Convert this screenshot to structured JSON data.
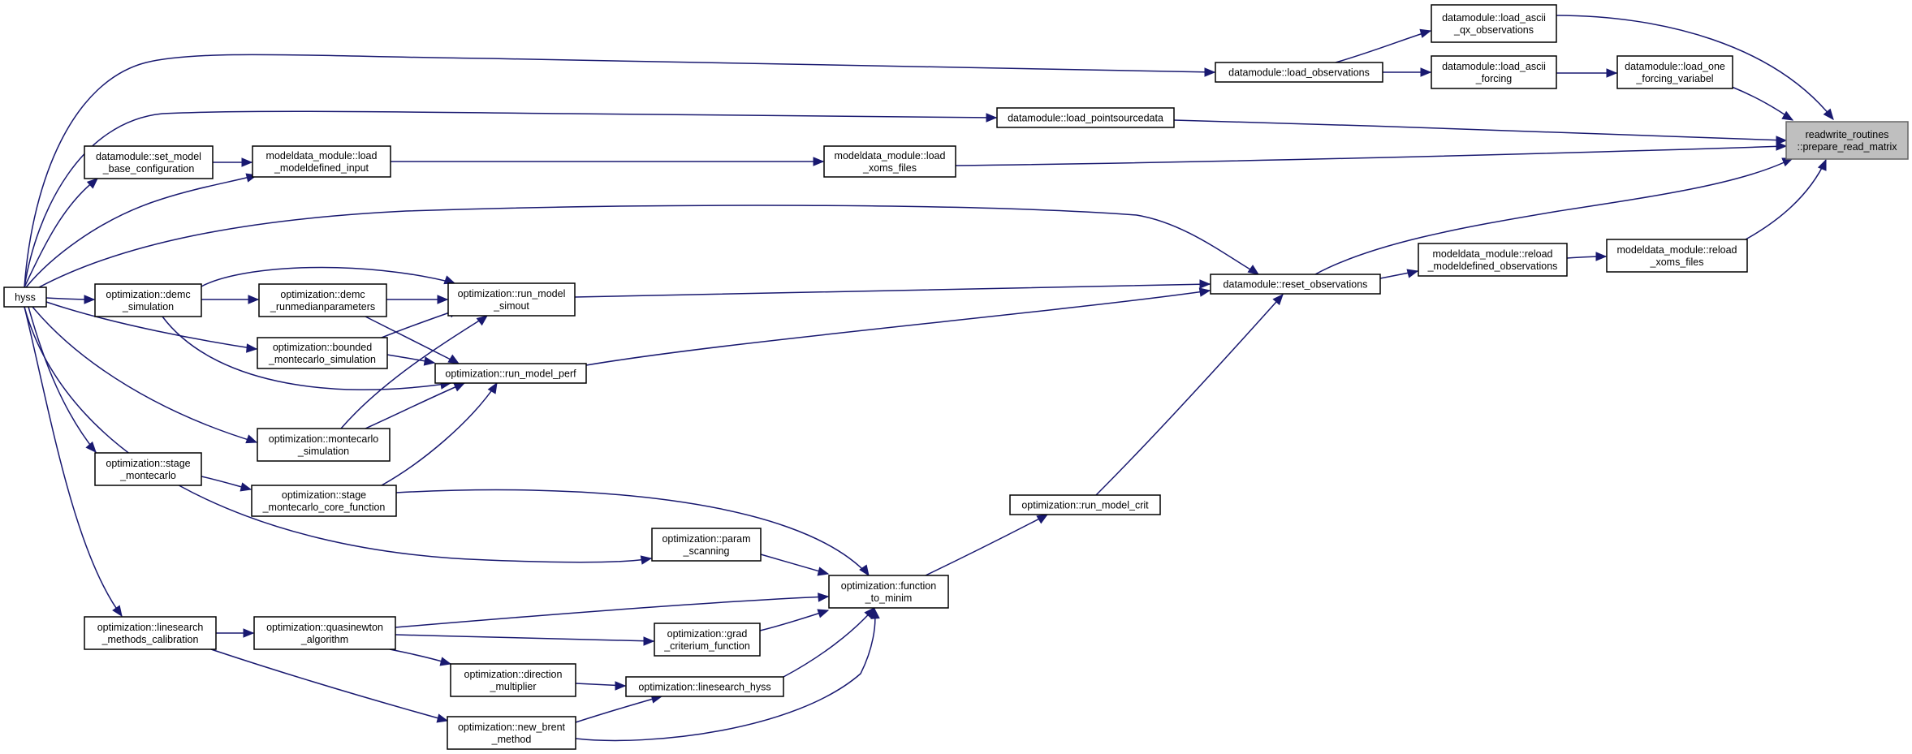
{
  "graph": {
    "nodes": [
      {
        "id": "prepare_read_matrix",
        "lines": [
          "readwrite_routines",
          "::prepare_read_matrix"
        ],
        "target": true
      },
      {
        "id": "load_ascii_qx",
        "lines": [
          "datamodule::load_ascii",
          "_qx_observations"
        ]
      },
      {
        "id": "load_observations",
        "lines": [
          "datamodule::load_observations"
        ]
      },
      {
        "id": "load_ascii_forcing",
        "lines": [
          "datamodule::load_ascii",
          "_forcing"
        ]
      },
      {
        "id": "load_one_forcing",
        "lines": [
          "datamodule::load_one",
          "_forcing_variabel"
        ]
      },
      {
        "id": "load_pointsourcedata",
        "lines": [
          "datamodule::load_pointsourcedata"
        ]
      },
      {
        "id": "load_xoms_files",
        "lines": [
          "modeldata_module::load",
          "_xoms_files"
        ]
      },
      {
        "id": "load_modeldefined_input",
        "lines": [
          "modeldata_module::load",
          "_modeldefined_input"
        ]
      },
      {
        "id": "set_model_base_configuration",
        "lines": [
          "datamodule::set_model",
          "_base_configuration"
        ]
      },
      {
        "id": "hyss",
        "lines": [
          "hyss"
        ]
      },
      {
        "id": "reset_observations",
        "lines": [
          "datamodule::reset_observations"
        ]
      },
      {
        "id": "reload_modeldefined_observations",
        "lines": [
          "modeldata_module::reload",
          "_modeldefined_observations"
        ]
      },
      {
        "id": "reload_xoms_files",
        "lines": [
          "modeldata_module::reload",
          "_xoms_files"
        ]
      },
      {
        "id": "demc_simulation",
        "lines": [
          "optimization::demc",
          "_simulation"
        ]
      },
      {
        "id": "demc_runmedianparameters",
        "lines": [
          "optimization::demc",
          "_runmedianparameters"
        ]
      },
      {
        "id": "run_model_simout",
        "lines": [
          "optimization::run_model",
          "_simout"
        ]
      },
      {
        "id": "bounded_montecarlo_simulation",
        "lines": [
          "optimization::bounded",
          "_montecarlo_simulation"
        ]
      },
      {
        "id": "run_model_perf",
        "lines": [
          "optimization::run_model_perf"
        ]
      },
      {
        "id": "montecarlo_simulation",
        "lines": [
          "optimization::montecarlo",
          "_simulation"
        ]
      },
      {
        "id": "stage_montecarlo",
        "lines": [
          "optimization::stage",
          "_montecarlo"
        ]
      },
      {
        "id": "stage_montecarlo_core_function",
        "lines": [
          "optimization::stage",
          "_montecarlo_core_function"
        ]
      },
      {
        "id": "run_model_crit",
        "lines": [
          "optimization::run_model_crit"
        ]
      },
      {
        "id": "param_scanning",
        "lines": [
          "optimization::param",
          "_scanning"
        ]
      },
      {
        "id": "function_to_minim",
        "lines": [
          "optimization::function",
          "_to_minim"
        ]
      },
      {
        "id": "linesearch_methods_calibration",
        "lines": [
          "optimization::linesearch",
          "_methods_calibration"
        ]
      },
      {
        "id": "quasinewton_algorithm",
        "lines": [
          "optimization::quasinewton",
          "_algorithm"
        ]
      },
      {
        "id": "grad_criterium_function",
        "lines": [
          "optimization::grad",
          "_criterium_function"
        ]
      },
      {
        "id": "direction_multiplier",
        "lines": [
          "optimization::direction",
          "_multiplier"
        ]
      },
      {
        "id": "linesearch_hyss",
        "lines": [
          "optimization::linesearch_hyss"
        ]
      },
      {
        "id": "new_brent_method",
        "lines": [
          "optimization::new_brent",
          "_method"
        ]
      }
    ],
    "edges": [
      {
        "from": "load_ascii_qx",
        "to": "prepare_read_matrix"
      },
      {
        "from": "load_one_forcing",
        "to": "prepare_read_matrix"
      },
      {
        "from": "load_pointsourcedata",
        "to": "prepare_read_matrix"
      },
      {
        "from": "load_xoms_files",
        "to": "prepare_read_matrix"
      },
      {
        "from": "reset_observations",
        "to": "prepare_read_matrix"
      },
      {
        "from": "reload_xoms_files",
        "to": "prepare_read_matrix"
      },
      {
        "from": "load_observations",
        "to": "load_ascii_qx"
      },
      {
        "from": "load_observations",
        "to": "load_ascii_forcing"
      },
      {
        "from": "load_ascii_forcing",
        "to": "load_one_forcing"
      },
      {
        "from": "hyss",
        "to": "load_observations"
      },
      {
        "from": "hyss",
        "to": "load_pointsourcedata"
      },
      {
        "from": "load_modeldefined_input",
        "to": "load_xoms_files"
      },
      {
        "from": "set_model_base_configuration",
        "to": "load_modeldefined_input"
      },
      {
        "from": "hyss",
        "to": "load_modeldefined_input"
      },
      {
        "from": "hyss",
        "to": "set_model_base_configuration"
      },
      {
        "from": "reload_modeldefined_observations",
        "to": "reload_xoms_files"
      },
      {
        "from": "reset_observations",
        "to": "reload_modeldefined_observations"
      },
      {
        "from": "hyss",
        "to": "reset_observations"
      },
      {
        "from": "run_model_simout",
        "to": "reset_observations"
      },
      {
        "from": "run_model_perf",
        "to": "reset_observations"
      },
      {
        "from": "run_model_crit",
        "to": "reset_observations"
      },
      {
        "from": "hyss",
        "to": "demc_simulation"
      },
      {
        "from": "demc_simulation",
        "to": "demc_runmedianparameters"
      },
      {
        "from": "demc_simulation",
        "to": "run_model_simout"
      },
      {
        "from": "demc_runmedianparameters",
        "to": "run_model_simout"
      },
      {
        "from": "bounded_montecarlo_simulation",
        "to": "run_model_simout"
      },
      {
        "from": "montecarlo_simulation",
        "to": "run_model_simout"
      },
      {
        "from": "hyss",
        "to": "bounded_montecarlo_simulation"
      },
      {
        "from": "bounded_montecarlo_simulation",
        "to": "run_model_perf"
      },
      {
        "from": "demc_runmedianparameters",
        "to": "run_model_perf"
      },
      {
        "from": "demc_simulation",
        "to": "run_model_perf"
      },
      {
        "from": "montecarlo_simulation",
        "to": "run_model_perf"
      },
      {
        "from": "stage_montecarlo_core_function",
        "to": "run_model_perf"
      },
      {
        "from": "hyss",
        "to": "montecarlo_simulation"
      },
      {
        "from": "hyss",
        "to": "stage_montecarlo"
      },
      {
        "from": "stage_montecarlo",
        "to": "stage_montecarlo_core_function"
      },
      {
        "from": "function_to_minim",
        "to": "run_model_crit"
      },
      {
        "from": "stage_montecarlo_core_function",
        "to": "function_to_minim"
      },
      {
        "from": "param_scanning",
        "to": "function_to_minim"
      },
      {
        "from": "hyss",
        "to": "param_scanning"
      },
      {
        "from": "quasinewton_algorithm",
        "to": "function_to_minim"
      },
      {
        "from": "grad_criterium_function",
        "to": "function_to_minim"
      },
      {
        "from": "linesearch_hyss",
        "to": "function_to_minim"
      },
      {
        "from": "new_brent_method",
        "to": "function_to_minim"
      },
      {
        "from": "hyss",
        "to": "linesearch_methods_calibration"
      },
      {
        "from": "linesearch_methods_calibration",
        "to": "quasinewton_algorithm"
      },
      {
        "from": "linesearch_methods_calibration",
        "to": "new_brent_method"
      },
      {
        "from": "quasinewton_algorithm",
        "to": "grad_criterium_function"
      },
      {
        "from": "quasinewton_algorithm",
        "to": "direction_multiplier"
      },
      {
        "from": "direction_multiplier",
        "to": "linesearch_hyss"
      },
      {
        "from": "new_brent_method",
        "to": "linesearch_hyss"
      }
    ]
  }
}
